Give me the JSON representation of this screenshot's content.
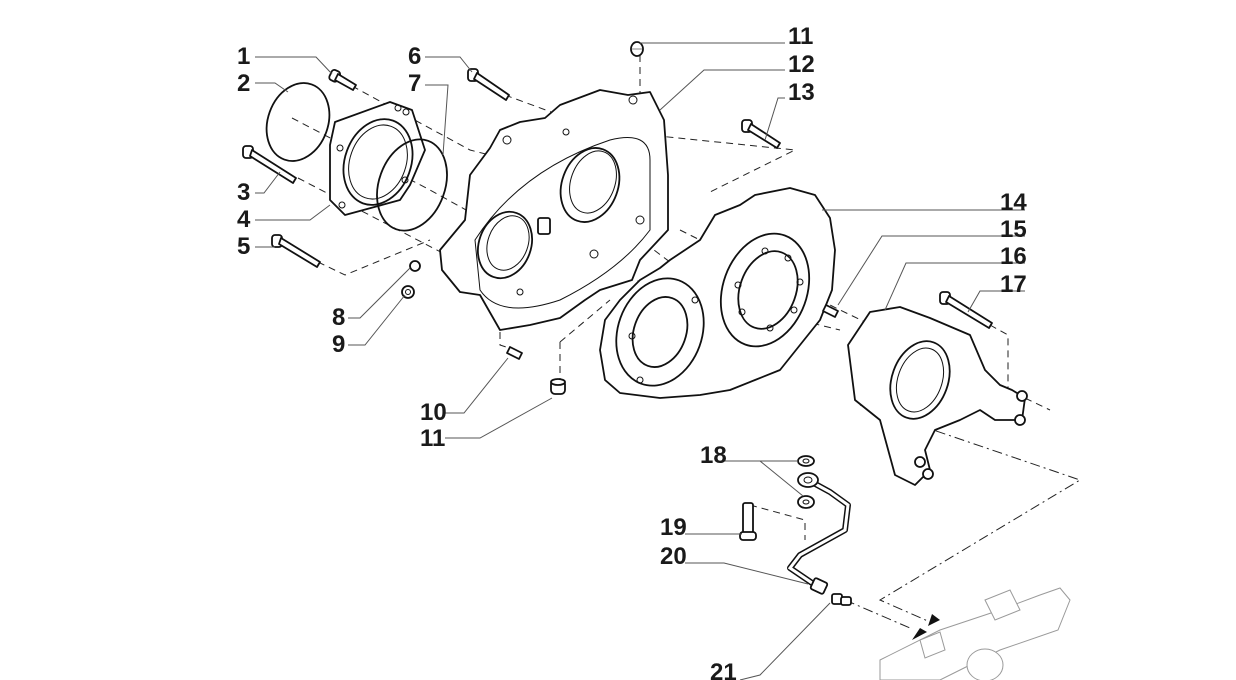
{
  "diagram": {
    "type": "exploded-parts-view",
    "subject": "Gear housing cover assembly",
    "callouts": [
      {
        "id": "1",
        "label": "1",
        "part": "screw"
      },
      {
        "id": "2",
        "label": "2",
        "part": "o-ring"
      },
      {
        "id": "3",
        "label": "3",
        "part": "screw"
      },
      {
        "id": "4",
        "label": "4",
        "part": "bearing flange"
      },
      {
        "id": "5",
        "label": "5",
        "part": "screw"
      },
      {
        "id": "6",
        "label": "6",
        "part": "screw"
      },
      {
        "id": "7",
        "label": "7",
        "part": "o-ring"
      },
      {
        "id": "8",
        "label": "8",
        "part": "plug"
      },
      {
        "id": "9",
        "label": "9",
        "part": "plug"
      },
      {
        "id": "10",
        "label": "10",
        "part": "dowel pin"
      },
      {
        "id": "11a",
        "label": "11",
        "part": "plug"
      },
      {
        "id": "11b",
        "label": "11",
        "part": "plug"
      },
      {
        "id": "12",
        "label": "12",
        "part": "front cover"
      },
      {
        "id": "13",
        "label": "13",
        "part": "screw"
      },
      {
        "id": "14",
        "label": "14",
        "part": "gear housing"
      },
      {
        "id": "15",
        "label": "15",
        "part": "dowel pin"
      },
      {
        "id": "16",
        "label": "16",
        "part": "support housing"
      },
      {
        "id": "17",
        "label": "17",
        "part": "screw"
      },
      {
        "id": "18",
        "label": "18",
        "part": "washer"
      },
      {
        "id": "19",
        "label": "19",
        "part": "banjo bolt"
      },
      {
        "id": "20",
        "label": "20",
        "part": "pipe"
      },
      {
        "id": "21",
        "label": "21",
        "part": "fitting"
      }
    ],
    "reference_assembly": "axle (ghosted)"
  }
}
